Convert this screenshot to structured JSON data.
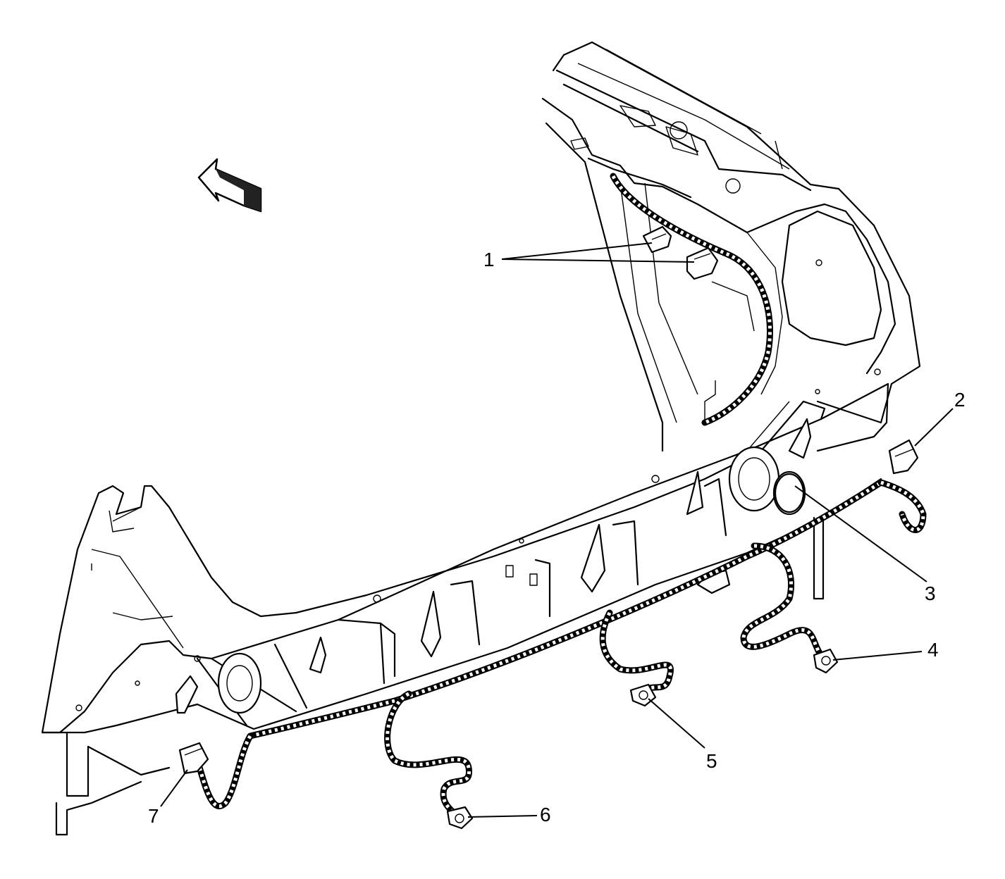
{
  "callouts": [
    {
      "id": "1",
      "label": "1"
    },
    {
      "id": "2",
      "label": "2"
    },
    {
      "id": "3",
      "label": "3"
    },
    {
      "id": "4",
      "label": "4"
    },
    {
      "id": "5",
      "label": "5"
    },
    {
      "id": "6",
      "label": "6"
    },
    {
      "id": "7",
      "label": "7"
    }
  ],
  "icons": {
    "direction_arrow": "front-direction-arrow-icon"
  }
}
